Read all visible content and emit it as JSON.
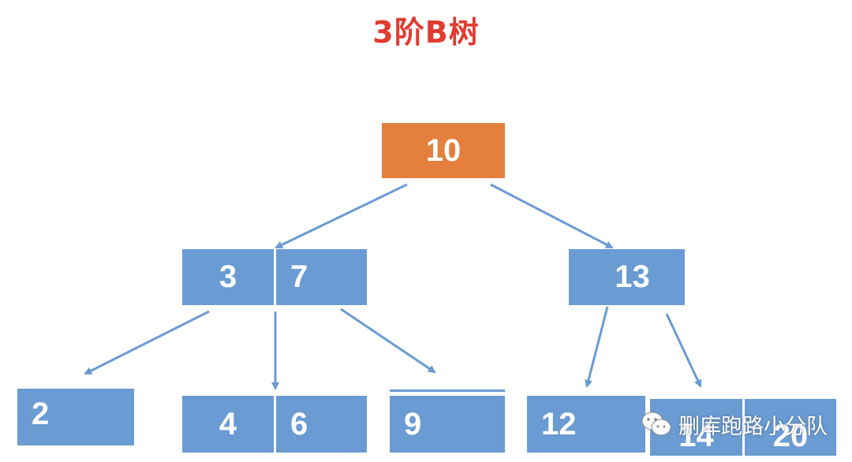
{
  "title": "3阶B树",
  "colors": {
    "title": "#e03c31",
    "root_node": "#e47f3e",
    "node": "#6a9bd2",
    "edge": "#6a9bd2"
  },
  "nodes": {
    "root": {
      "keys": [
        "10"
      ]
    },
    "left": {
      "keys": [
        "3",
        "7"
      ]
    },
    "right": {
      "keys": [
        "13"
      ]
    },
    "leaf_2": {
      "keys": [
        "2"
      ]
    },
    "leaf_4_6": {
      "keys": [
        "4",
        "6"
      ]
    },
    "leaf_9": {
      "keys": [
        "9"
      ]
    },
    "leaf_12": {
      "keys": [
        "12"
      ]
    },
    "leaf_14_20": {
      "keys": [
        "14",
        "20"
      ]
    }
  },
  "edges": [
    [
      "root",
      "left"
    ],
    [
      "root",
      "right"
    ],
    [
      "left",
      "leaf_2"
    ],
    [
      "left",
      "leaf_4_6"
    ],
    [
      "left",
      "leaf_9"
    ],
    [
      "right",
      "leaf_12"
    ],
    [
      "right",
      "leaf_14_20"
    ]
  ],
  "watermark": {
    "text": "删库跑路小分队",
    "icon": "wechat-icon"
  }
}
